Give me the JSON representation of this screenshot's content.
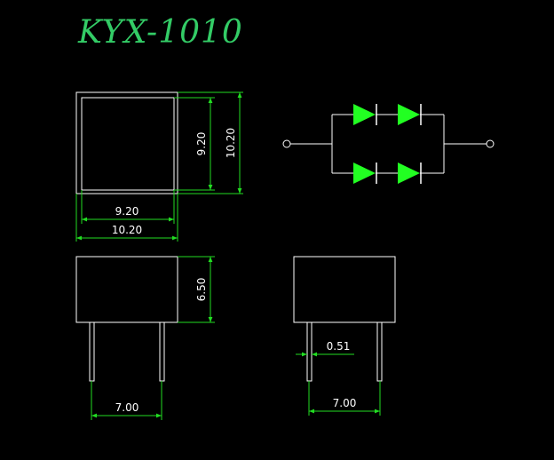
{
  "title": "KYX-1010",
  "colors": {
    "background": "#000000",
    "title": "#33cc66",
    "outline": "#ffffff",
    "dimension": "#22dd22",
    "diode": "#22ff22"
  },
  "dimensions": {
    "top_inner_width": "9.20",
    "top_outer_width": "10.20",
    "top_inner_height": "9.20",
    "top_outer_height": "10.20",
    "body_height": "6.50",
    "front_pin_spacing": "7.00",
    "pin_diameter": "0.51",
    "side_pin_spacing": "7.00"
  },
  "schematic": {
    "diode_count": 4,
    "topology": "two series pairs in parallel"
  }
}
